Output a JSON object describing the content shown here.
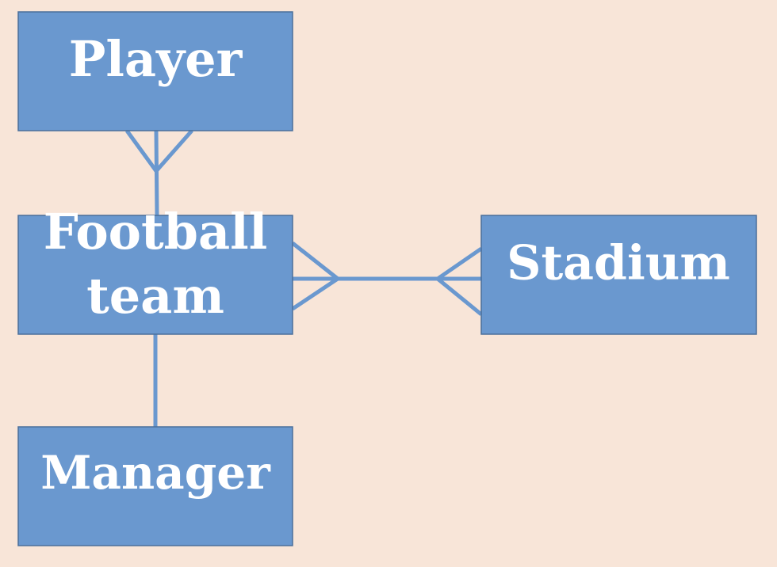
{
  "diagram": {
    "entities": {
      "player": {
        "label": "Player"
      },
      "football_team": {
        "label_line1": "Football",
        "label_line2": "team"
      },
      "stadium": {
        "label": "Stadium"
      },
      "manager": {
        "label": "Manager"
      }
    },
    "relationships": [
      {
        "from": "Player",
        "to": "Football team",
        "from_cardinality": "many",
        "to_cardinality": "one"
      },
      {
        "from": "Football team",
        "to": "Stadium",
        "from_cardinality": "many",
        "to_cardinality": "many"
      },
      {
        "from": "Football team",
        "to": "Manager",
        "from_cardinality": "one",
        "to_cardinality": "one"
      }
    ],
    "colors": {
      "background": "#f8e5d8",
      "entity_fill": "#6a98cf",
      "entity_border": "#4a6f9a",
      "connector": "#6a98cf",
      "label_text": "#ffffff"
    }
  }
}
